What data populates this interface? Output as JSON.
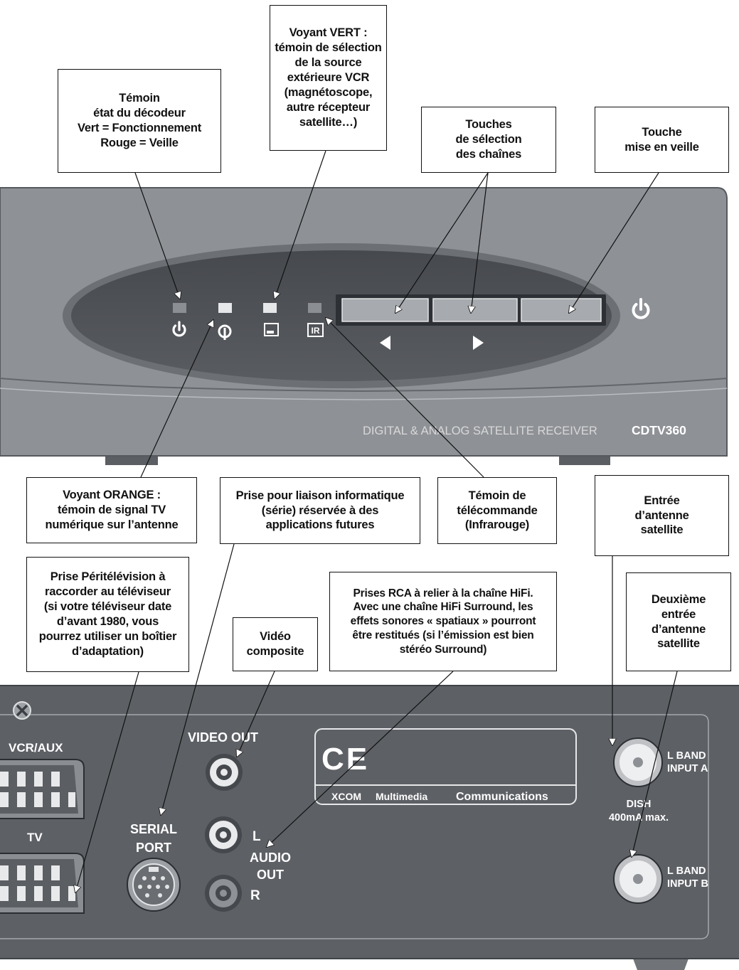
{
  "front_panel": {
    "model_line": "DIGITAL & ANALOG SATELLITE RECEIVER",
    "model_name": "CDTV360",
    "icons": [
      "power-icon",
      "antenna-signal-icon",
      "vcr-source-icon",
      "ir-icon",
      "left-triangle-icon",
      "right-triangle-icon",
      "standby-power-icon"
    ],
    "ir_text": "IR"
  },
  "back_panel": {
    "vcr_aux": "VCR/AUX",
    "tv": "TV",
    "video_out": "VIDEO OUT",
    "serial_line1": "SERIAL",
    "serial_line2": "PORT",
    "audio_l": "L",
    "audio_line1": "AUDIO",
    "audio_line2": "OUT",
    "audio_r": "R",
    "ce_mark": "CE",
    "brand_1": "XCOM",
    "brand_2": "Multimedia",
    "brand_3": "Communications",
    "lband_a_1": "L BAND",
    "lband_a_2": "INPUT A",
    "dish_1": "DISH",
    "dish_2": "400mA max.",
    "lband_b_1": "L BAND",
    "lband_b_2": "INPUT B"
  },
  "callouts": {
    "status": [
      "Témoin",
      "état du décodeur",
      "Vert = Fonctionnement",
      "Rouge = Veille"
    ],
    "green": [
      "Voyant VERT :",
      "témoin de sélection",
      "de la source",
      "extérieure VCR",
      "(magnétoscope,",
      "autre récepteur",
      "satellite…)"
    ],
    "channel": [
      "Touches",
      "de sélection",
      "des chaînes"
    ],
    "standby": [
      "Touche",
      "mise en veille"
    ],
    "orange": [
      "Voyant ORANGE :",
      "témoin de signal TV",
      "numérique sur l’antenne"
    ],
    "serial": [
      "Prise pour liaison informatique",
      "(série) réservée à des",
      "applications futures"
    ],
    "remote": [
      "Témoin de",
      "télécommande",
      "(Infrarouge)"
    ],
    "antenna": [
      "Entrée",
      "d’antenne",
      "satellite"
    ],
    "scart": [
      "Prise Péritélévision à",
      "raccorder au téléviseur",
      "(si votre téléviseur date",
      "d’avant 1980, vous",
      "pourrez utiliser un boîtier",
      "d’adaptation)"
    ],
    "video": [
      "Vidéo",
      "composite"
    ],
    "rca": [
      "Prises RCA à relier à la chaîne HiFi.",
      "Avec une chaîne HiFi Surround, les",
      "effets sonores « spatiaux » pourront",
      "être restitués (si l’émission est bien",
      "stéréo Surround)"
    ],
    "antenna2": [
      "Deuxième",
      "entrée",
      "d’antenne",
      "satellite"
    ]
  }
}
